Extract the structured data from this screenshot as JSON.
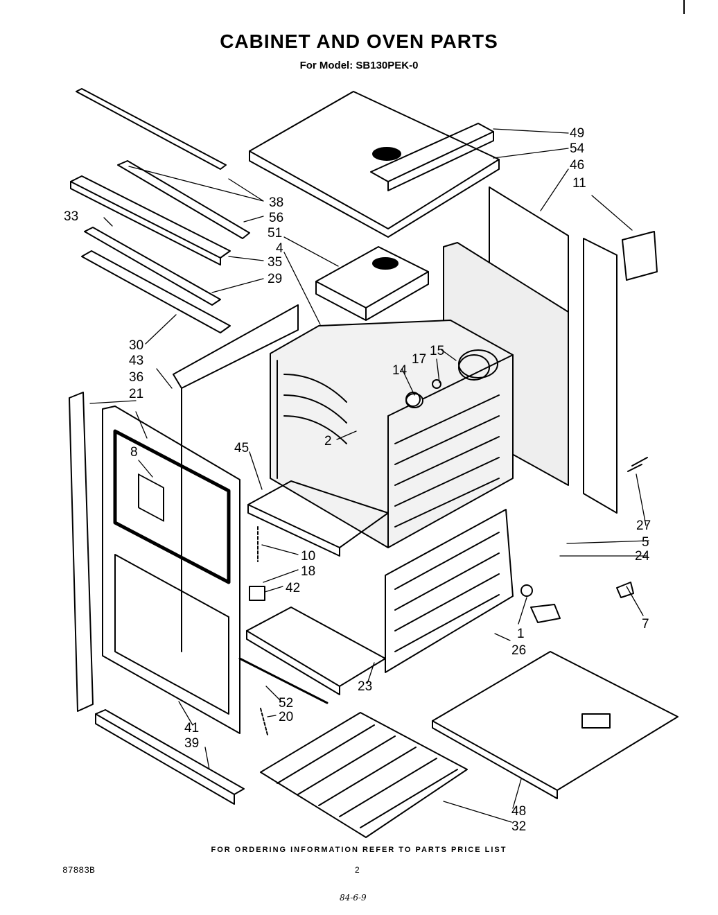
{
  "header": {
    "title": "CABINET AND OVEN PARTS",
    "subtitle": "For Model: SB130PEK-0"
  },
  "footer": {
    "ordering_note": "FOR ORDERING INFORMATION REFER TO PARTS PRICE LIST",
    "drawing_code": "87883B",
    "page_number": "2",
    "handwritten_note": "84-6-9"
  },
  "part_labels": [
    "49",
    "54",
    "46",
    "11",
    "38",
    "56",
    "33",
    "51",
    "4",
    "35",
    "29",
    "30",
    "43",
    "36",
    "21",
    "15",
    "17",
    "14",
    "8",
    "2",
    "45",
    "27",
    "5",
    "24",
    "10",
    "18",
    "42",
    "7",
    "1",
    "26",
    "23",
    "52",
    "20",
    "41",
    "39",
    "48",
    "32"
  ]
}
